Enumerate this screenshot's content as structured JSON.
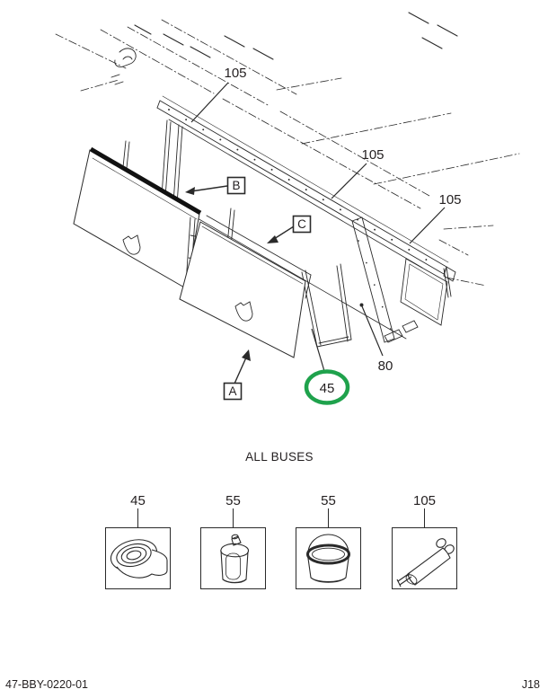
{
  "diagram": {
    "callouts": {
      "rail_top": "105",
      "rail_mid": "105",
      "rail_right": "105",
      "frame": "80",
      "seal_highlight": "45"
    },
    "view_labels": {
      "a": "A",
      "b": "B",
      "c": "C"
    },
    "caption": "ALL BUSES"
  },
  "legend": {
    "items": [
      {
        "number": "45",
        "icon": "tape-roll-icon"
      },
      {
        "number": "55",
        "icon": "spray-can-icon"
      },
      {
        "number": "55",
        "icon": "open-can-icon"
      },
      {
        "number": "105",
        "icon": "molding-clip-icon"
      }
    ]
  },
  "footer": {
    "drawing_number": "47-BBY-0220-01",
    "page_code": "J18"
  },
  "colors": {
    "line": "#2a2a2a",
    "highlight_green": "#1fa24c"
  }
}
